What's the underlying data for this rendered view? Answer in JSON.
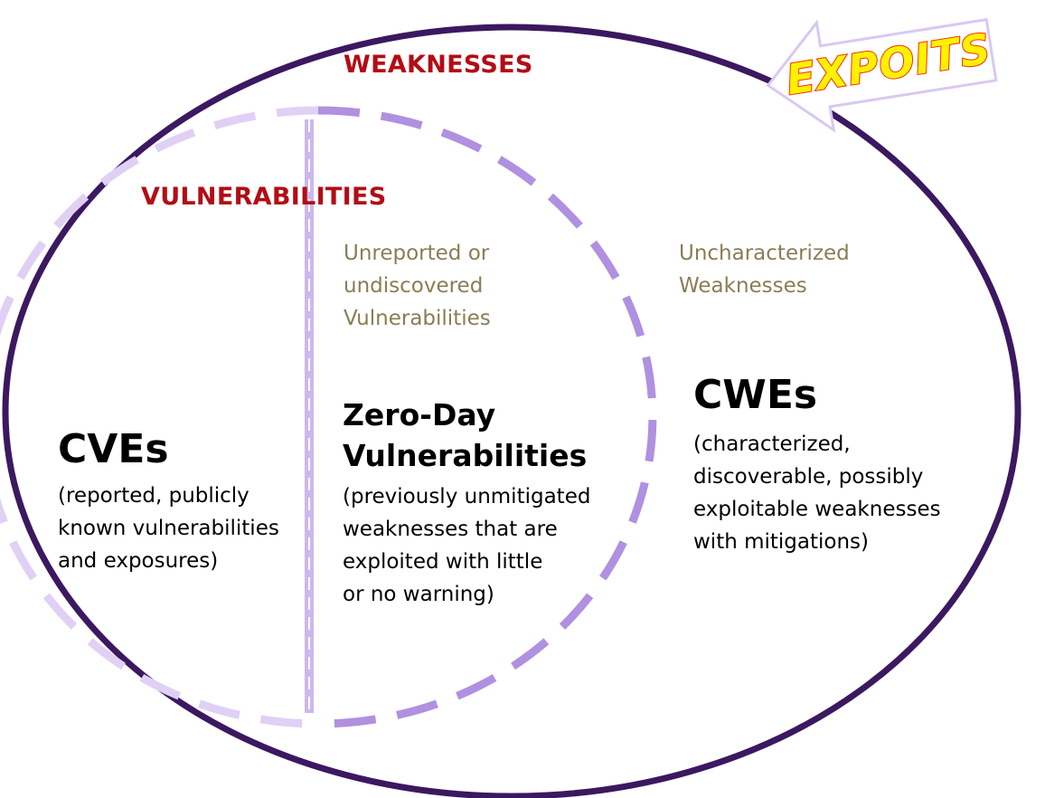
{
  "colors": {
    "outer_ellipse": "#3b1860",
    "vuln_ellipse_dash": "#b090e0",
    "vuln_ellipse_dash_light": "#e0d0f5",
    "divider": "#cbb8ee",
    "region_label": "#b30c14",
    "unreported_text": "#8a7d55",
    "body_text": "#000000",
    "exploits_fill": "#fff200",
    "exploits_stroke": "#ff2b00",
    "arrow_stroke": "#d9c8f2"
  },
  "labels": {
    "weaknesses": "WEAKNESSES",
    "vulnerabilities": "VULNERABILITIES",
    "exploits": "EXPOITS"
  },
  "regions": {
    "unreported": "Unreported or\nundiscovered\nVulnerabilities",
    "uncharacterized": "Uncharacterized\nWeaknesses"
  },
  "cves": {
    "title": "CVEs",
    "description": "(reported, publicly\nknown vulnerabilities\nand exposures)"
  },
  "zero_day": {
    "title": "Zero-Day\nVulnerabilities",
    "description": "(previously unmitigated\nweaknesses that are\nexploited with little\nor no warning)"
  },
  "cwes": {
    "title": "CWEs",
    "description": "(characterized,\ndiscoverable, possibly\nexploitable weaknesses\nwith mitigations)"
  },
  "icons": {
    "exploits_arrow": "block-arrow-pointing-left"
  }
}
